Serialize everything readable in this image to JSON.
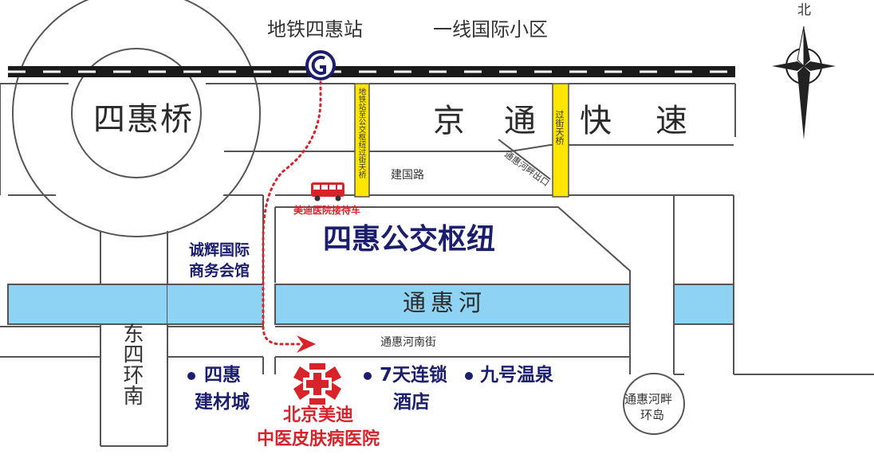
{
  "labels": {
    "subway_station": "地铁四惠站",
    "residential_area": "一线国际小区",
    "north": "北",
    "sihui_bridge": "四惠桥",
    "expressway": [
      "京",
      "通",
      "快",
      "速"
    ],
    "footbridge_subway_to_bus": "地铁站至公交枢纽过街天桥",
    "footbridge_street": "过街天桥",
    "tonghuihe_exit": "通惠河畔出口",
    "jianguo_road": "建国路",
    "shuttle_bus": "美迪医院接待车",
    "bus_terminal": "四惠公交枢纽",
    "chenghui": [
      "诚辉国际",
      "商务会馆"
    ],
    "river": "通惠河",
    "south_street": "通惠河南街",
    "dongsi_ring": "东四环南",
    "building_market": [
      "四惠",
      "建材城"
    ],
    "hospital": [
      "北京美迪",
      "中医皮肤病医院"
    ],
    "hotel": [
      "7天连锁",
      "酒店"
    ],
    "hot_spring": "九号温泉",
    "tonghuihe_roundabout": [
      "通惠河畔",
      "环岛"
    ]
  },
  "colors": {
    "river": "#8fd3f4",
    "footbridge": "#ffe600",
    "route": "#d8232a",
    "poi_text": "#1b1d6f",
    "hospital": "#d8232a"
  },
  "icons": [
    "subway-station-icon",
    "bus-icon",
    "hospital-cross-icon",
    "compass-icon"
  ]
}
